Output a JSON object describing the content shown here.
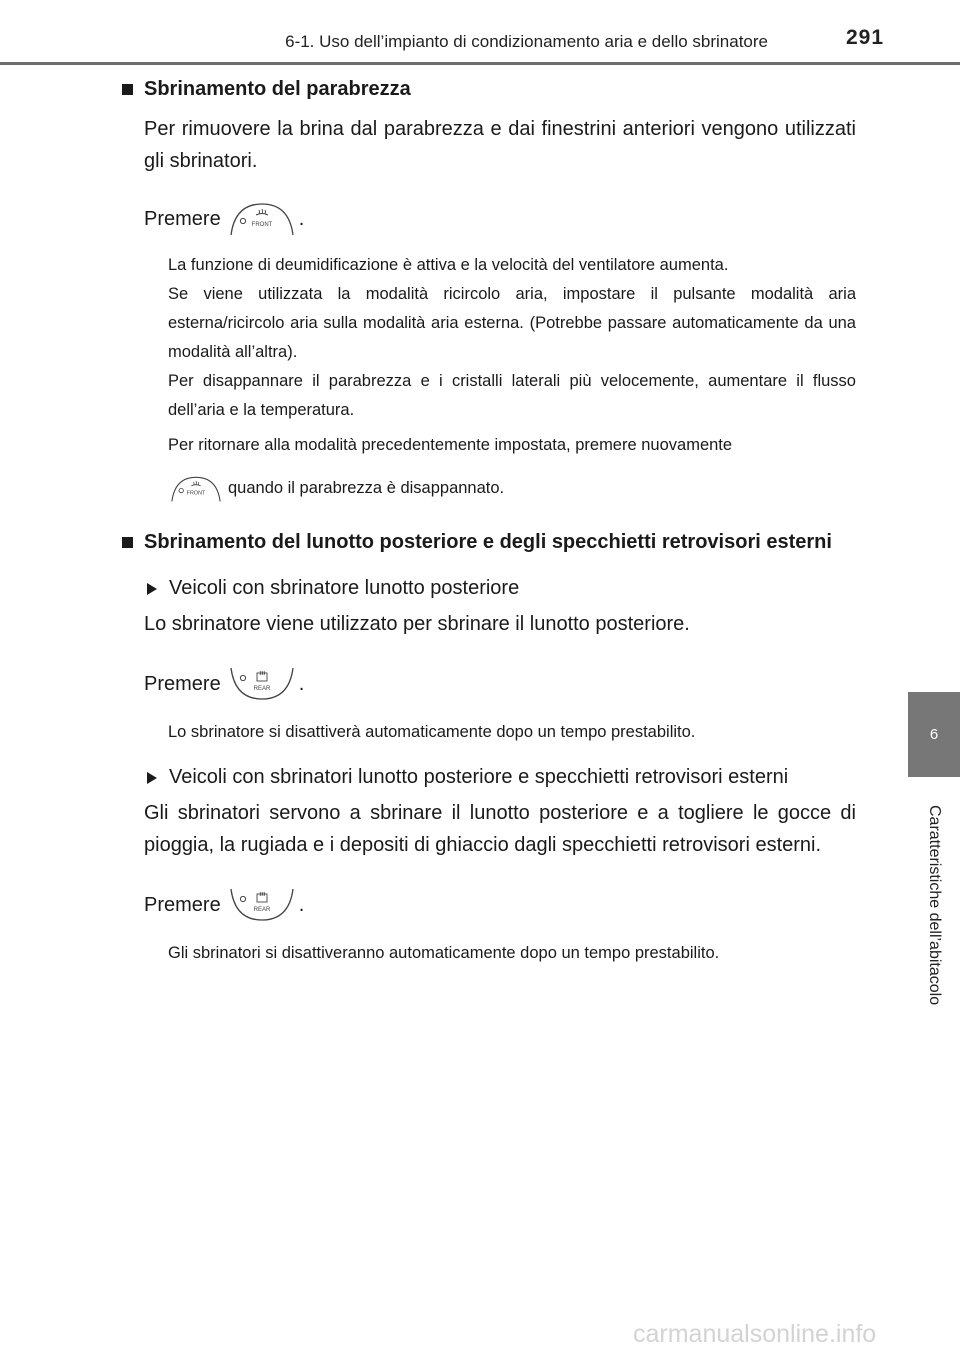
{
  "header": {
    "section_title": "6-1. Uso dell’impianto di condizionamento aria e dello sbrinatore",
    "page_number": "291"
  },
  "side_tab": {
    "chapter_number": "6",
    "chapter_label": "Caratteristiche dell’abitacolo"
  },
  "sections": {
    "windshield": {
      "heading": "Sbrinamento del parabrezza",
      "intro": "Per rimuovere la brina dal parabrezza e dai finestrini anteriori vengono utilizzati gli sbrinatori.",
      "press_label": "Premere",
      "press_suffix": ".",
      "button_text": "FRONT",
      "note_1": "La funzione di deumidificazione è attiva e la velocità del ventilatore aumenta.",
      "note_2": "Se viene utilizzata la modalità ricircolo aria, impostare il pulsante modalità aria esterna/ricircolo aria sulla modalità aria esterna. (Potrebbe passare automaticamente da una modalità all’altra).",
      "note_3": "Per disappannare il parabrezza e i cristalli laterali più velocemente, aumentare il flusso dell’aria e la temperatura.",
      "note_4a": "Per ritornare alla modalità precedentemente impostata, premere nuovamente",
      "note_4b": "quando il parabrezza è disappannato."
    },
    "rear": {
      "heading": "Sbrinamento del lunotto posteriore e degli specchietti retrovisori esterni",
      "sub1_heading": "Veicoli con sbrinatore lunotto posteriore",
      "sub1_text": "Lo sbrinatore viene utilizzato per sbrinare il lunotto posteriore.",
      "press_label": "Premere",
      "press_suffix": ".",
      "button_text": "REAR",
      "sub1_note": "Lo sbrinatore si disattiverà automaticamente dopo un tempo prestabilito.",
      "sub2_heading": "Veicoli con sbrinatori lunotto posteriore e specchietti retrovisori esterni",
      "sub2_text": "Gli sbrinatori servono a sbrinare il lunotto posteriore e a togliere le gocce di pioggia, la rugiada e i depositi di ghiaccio dagli specchietti retrovisori esterni.",
      "sub2_note": "Gli sbrinatori si disattiveranno automaticamente dopo un tempo prestabilito."
    }
  },
  "footer": {
    "watermark": "carmanualsonline.info"
  }
}
